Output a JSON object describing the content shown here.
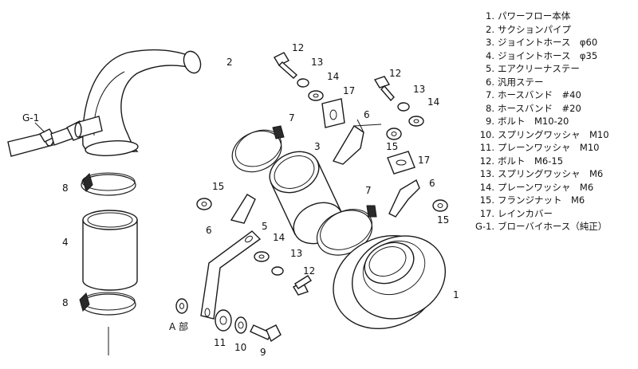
{
  "callouts": {
    "c1": "1",
    "c2": "2",
    "c3": "3",
    "c4": "4",
    "c5": "5",
    "c6a": "6",
    "c6b": "6",
    "c6c": "6",
    "c7a": "7",
    "c7b": "7",
    "c8a": "8",
    "c8b": "8",
    "c9": "9",
    "c10": "10",
    "c11": "11",
    "c12a": "12",
    "c12b": "12",
    "c12c": "12",
    "c13a": "13",
    "c13b": "13",
    "c13c": "13",
    "c14a": "14",
    "c14b": "14",
    "c14c": "14",
    "c15a": "15",
    "c15b": "15",
    "c15c": "15",
    "c17a": "17",
    "c17b": "17",
    "g1": "G-1",
    "a_part": "A 部"
  },
  "legend": [
    {
      "num": "1.",
      "name": "パワーフロー本体"
    },
    {
      "num": "2.",
      "name": "サクションパイプ"
    },
    {
      "num": "3.",
      "name": "ジョイントホース　φ60"
    },
    {
      "num": "4.",
      "name": "ジョイントホース　φ35"
    },
    {
      "num": "5.",
      "name": "エアクリーナステー"
    },
    {
      "num": "6.",
      "name": "汎用ステー"
    },
    {
      "num": "7.",
      "name": "ホースバンド　#40"
    },
    {
      "num": "8.",
      "name": "ホースバンド　#20"
    },
    {
      "num": "9.",
      "name": "ボルト　M10-20"
    },
    {
      "num": "10.",
      "name": "スプリングワッシャ　M10"
    },
    {
      "num": "11.",
      "name": "プレーンワッシャ　M10"
    },
    {
      "num": "12.",
      "name": "ボルト　M6-15"
    },
    {
      "num": "13.",
      "name": "スプリングワッシャ　M6"
    },
    {
      "num": "14.",
      "name": "プレーンワッシャ　M6"
    },
    {
      "num": "15.",
      "name": "フランジナット　M6"
    },
    {
      "num": "17.",
      "name": "レインカバー"
    },
    {
      "num": "G-1.",
      "name": "ブローバイホース（純正）"
    }
  ]
}
